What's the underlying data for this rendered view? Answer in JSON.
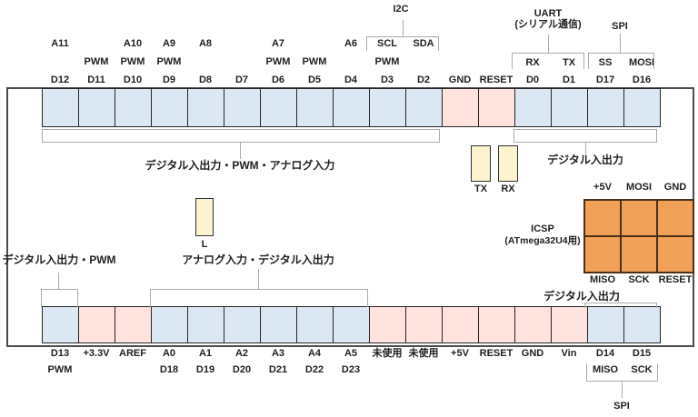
{
  "title": "ATmega32U4 board pinout diagram",
  "colors": {
    "digital_cell": "#dbe8f4",
    "power_cell": "#fde2de",
    "led_fill": "#fdf3cf",
    "icsp_fill": "#f0a057"
  },
  "top_header": {
    "i2c": "I2C",
    "uart": "UART",
    "uart_sub": "(シリアル通信)",
    "spi": "SPI"
  },
  "top_row": {
    "pins": [
      {
        "name": "D12",
        "type": "digital",
        "analog": "A11",
        "pwm": false,
        "func": ""
      },
      {
        "name": "D11",
        "type": "digital",
        "analog": "",
        "pwm": true,
        "func": ""
      },
      {
        "name": "D10",
        "type": "digital",
        "analog": "A10",
        "pwm": true,
        "func": ""
      },
      {
        "name": "D9",
        "type": "digital",
        "analog": "A9",
        "pwm": true,
        "func": ""
      },
      {
        "name": "D8",
        "type": "digital",
        "analog": "A8",
        "pwm": false,
        "func": ""
      },
      {
        "name": "D7",
        "type": "digital",
        "analog": "",
        "pwm": false,
        "func": ""
      },
      {
        "name": "D6",
        "type": "digital",
        "analog": "A7",
        "pwm": true,
        "func": ""
      },
      {
        "name": "D5",
        "type": "digital",
        "analog": "",
        "pwm": true,
        "func": ""
      },
      {
        "name": "D4",
        "type": "digital",
        "analog": "A6",
        "pwm": false,
        "func": ""
      },
      {
        "name": "D3",
        "type": "digital",
        "analog": "SCL",
        "pwm": true,
        "func": ""
      },
      {
        "name": "D2",
        "type": "digital",
        "analog": "SDA",
        "pwm": false,
        "func": ""
      },
      {
        "name": "GND",
        "type": "power",
        "analog": "",
        "pwm": false,
        "func": ""
      },
      {
        "name": "RESET",
        "type": "power",
        "analog": "",
        "pwm": false,
        "func": ""
      },
      {
        "name": "D0",
        "type": "digital",
        "analog": "",
        "pwm": false,
        "func": "RX"
      },
      {
        "name": "D1",
        "type": "digital",
        "analog": "",
        "pwm": false,
        "func": "TX"
      },
      {
        "name": "D17",
        "type": "digital",
        "analog": "",
        "pwm": false,
        "func": "SS"
      },
      {
        "name": "D16",
        "type": "digital",
        "analog": "",
        "pwm": false,
        "func": "MOSI"
      }
    ]
  },
  "bottom_row": {
    "pins": [
      {
        "name": "D13",
        "type": "digital",
        "sub": "PWM"
      },
      {
        "name": "+3.3V",
        "type": "power",
        "sub": ""
      },
      {
        "name": "AREF",
        "type": "power",
        "sub": ""
      },
      {
        "name": "A0",
        "type": "digital",
        "sub": "D18"
      },
      {
        "name": "A1",
        "type": "digital",
        "sub": "D19"
      },
      {
        "name": "A2",
        "type": "digital",
        "sub": "D20"
      },
      {
        "name": "A3",
        "type": "digital",
        "sub": "D21"
      },
      {
        "name": "A4",
        "type": "digital",
        "sub": "D22"
      },
      {
        "name": "A5",
        "type": "digital",
        "sub": "D23"
      },
      {
        "name": "未使用",
        "type": "power",
        "sub": ""
      },
      {
        "name": "未使用",
        "type": "power",
        "sub": ""
      },
      {
        "name": "+5V",
        "type": "power",
        "sub": ""
      },
      {
        "name": "RESET",
        "type": "power",
        "sub": ""
      },
      {
        "name": "GND",
        "type": "power",
        "sub": ""
      },
      {
        "name": "Vin",
        "type": "power",
        "sub": ""
      },
      {
        "name": "D14",
        "type": "digital",
        "sub": "MISO"
      },
      {
        "name": "D15",
        "type": "digital",
        "sub": "SCK"
      }
    ]
  },
  "regions": {
    "top_main": "デジタル入出力・PWM・アナログ入力",
    "top_right": "デジタル入出力",
    "bottom_left": "デジタル入出力・PWM",
    "bottom_mid": "アナログ入力・デジタル入出力",
    "bottom_right": "デジタル入出力",
    "bottom_spi": "SPI"
  },
  "leds": {
    "tx": "TX",
    "rx": "RX",
    "l": "L"
  },
  "icsp": {
    "title": "ICSP",
    "subtitle": "(ATmega32U4用)",
    "top_labels": [
      "+5V",
      "MOSI",
      "GND"
    ],
    "bottom_labels": [
      "MISO",
      "SCK",
      "RESET"
    ]
  }
}
